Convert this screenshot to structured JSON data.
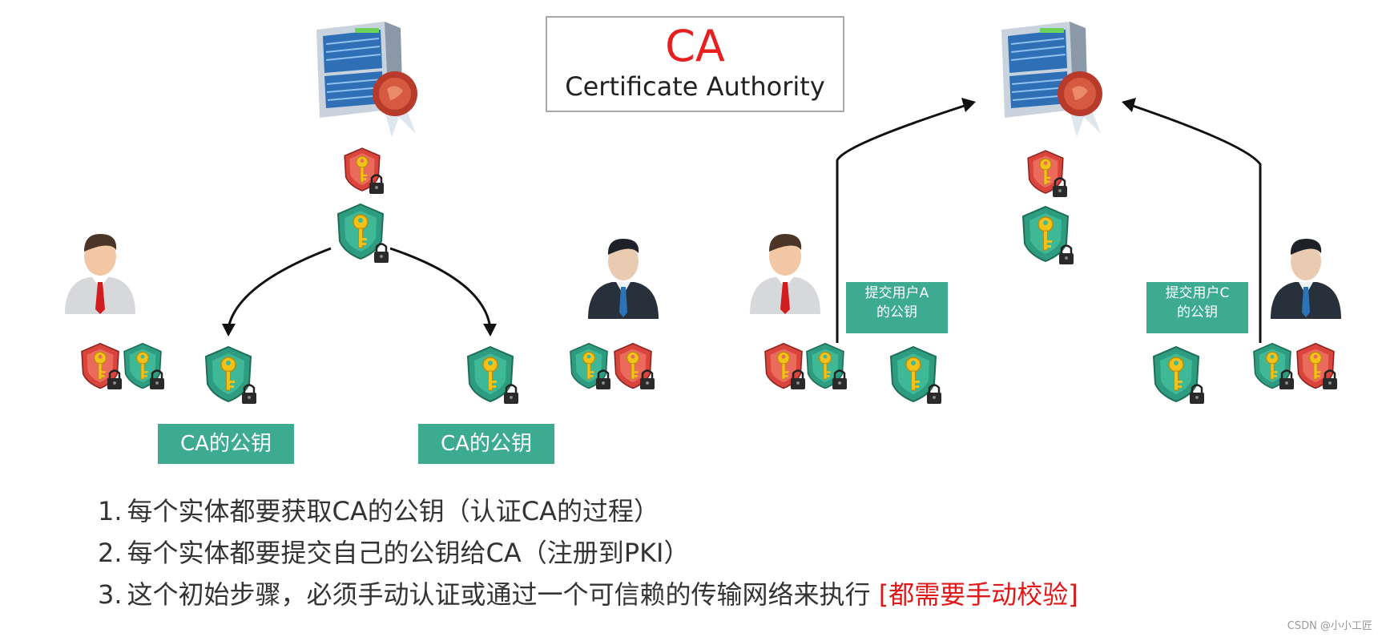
{
  "title": {
    "main": "CA",
    "subtitle": "Certificate Authority"
  },
  "labels": {
    "ca_pubkey_left": "CA的公钥",
    "ca_pubkey_right": "CA的公钥",
    "submit_a": [
      "提交用户A",
      "的公钥"
    ],
    "submit_c": [
      "提交用户C",
      "的公钥"
    ]
  },
  "steps": [
    {
      "num": "1.",
      "text": "每个实体都要获取CA的公钥（认证CA的过程）"
    },
    {
      "num": "2.",
      "text": "每个实体都要提交自己的公钥给CA（注册到PKI）"
    },
    {
      "num": "3.",
      "text": "这个初始步骤，必须手动认证或通过一个可信赖的传输网络来执行",
      "emphasis": "[都需要手动校验]"
    }
  ],
  "watermark": "CSDN @小小工匠",
  "colors": {
    "accent_red": "#e62020",
    "label_green": "#3daa92",
    "key_gold": "#f2c21b",
    "shield_green": "#2e9c80",
    "shield_red": "#d9443c"
  },
  "icons": [
    "server-icon",
    "certificate-seal-icon",
    "key-shield-icon",
    "lock-icon",
    "user-icon",
    "arrow-icon"
  ]
}
